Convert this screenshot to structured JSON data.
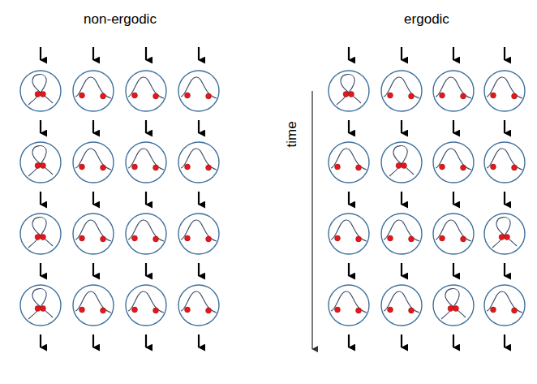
{
  "diagram": {
    "labels": [
      "non-ergodic",
      "ergodic",
      "time"
    ]
  }
}
